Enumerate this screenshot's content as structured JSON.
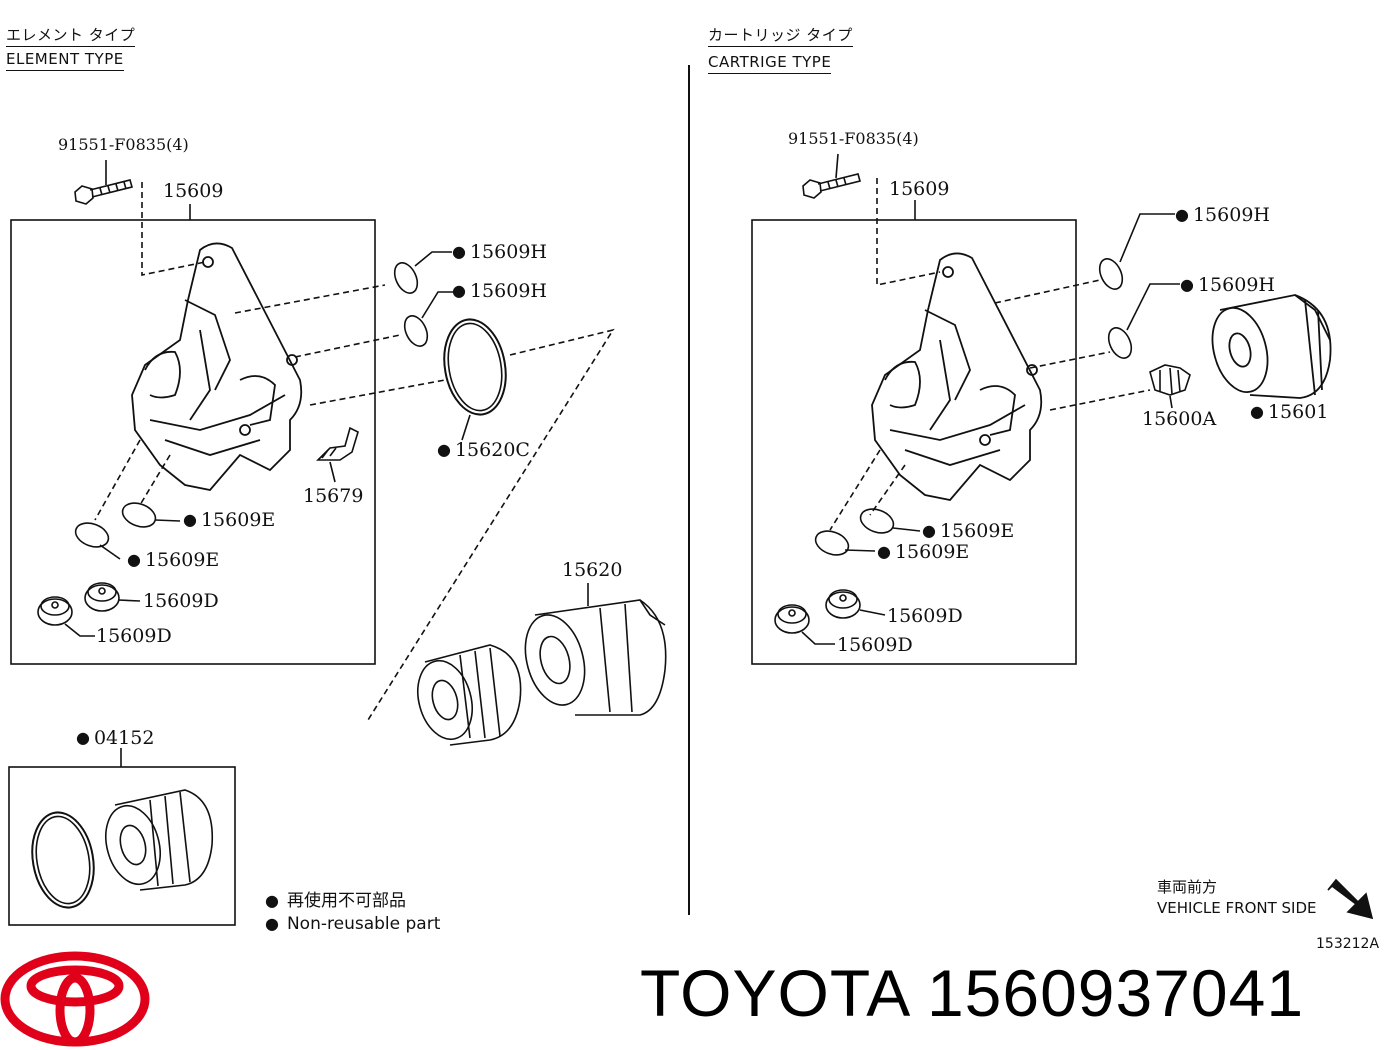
{
  "sections": {
    "element": {
      "title_ja": "エレメント タイプ",
      "title_en": "ELEMENT TYPE"
    },
    "cartridge": {
      "title_ja": "カートリッジ タイプ",
      "title_en": "CARTRIGE TYPE"
    }
  },
  "parts_left": {
    "bolt": "91551-F0835(4)",
    "housing": "15609",
    "oring_h1": "15609H",
    "oring_h2": "15609H",
    "oring_c": "15620C",
    "bracket": "15679",
    "oring_e1": "15609E",
    "oring_e2": "15609E",
    "plug_d1": "15609D",
    "plug_d2": "15609D",
    "cap": "15620",
    "kit": "04152"
  },
  "parts_right": {
    "bolt": "91551-F0835(4)",
    "housing": "15609",
    "oring_h1": "15609H",
    "oring_h2": "15609H",
    "union": "15600A",
    "filter": "15601",
    "oring_e1": "15609E",
    "oring_e2": "15609E",
    "plug_d1": "15609D",
    "plug_d2": "15609D"
  },
  "legend": {
    "line_ja": "再使用不可部品",
    "line_en": "Non-reusable part"
  },
  "direction": {
    "ja": "車両前方",
    "en": "VEHICLE FRONT SIDE"
  },
  "figure_code": "153212A",
  "brand": {
    "name": "TOYOTA",
    "part_number": "1560937041",
    "logo": "toyota-logo"
  },
  "colors": {
    "logo_red": "#e1001a",
    "ink": "#111111"
  }
}
